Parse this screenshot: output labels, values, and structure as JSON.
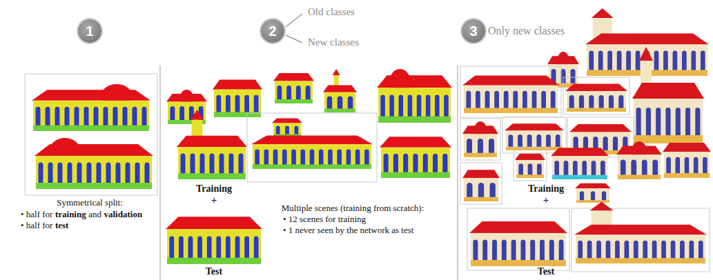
{
  "diagram": {
    "nodes": [
      {
        "text": [
          "1"
        ]
      },
      {
        "text": [
          "2"
        ]
      },
      {
        "text": [
          "3"
        ]
      }
    ],
    "labels": [
      "Old classes",
      "New classes",
      "Only new classes",
      "Symmetrical split:",
      "• half for",
      "training",
      "and",
      "validation",
      "• half for",
      "test",
      "Training",
      "+",
      "Test",
      "Multiple scenes (training from scratch):",
      "• 12 scenes for training",
      "• 1 never seen by the network as test",
      "Training",
      "+",
      "Test"
    ]
  }
}
